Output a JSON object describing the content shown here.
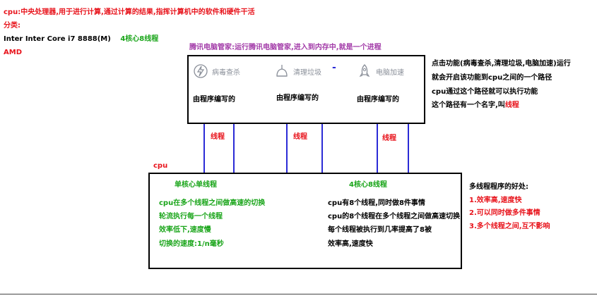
{
  "top": {
    "cpu_def_prefix": "cpu:",
    "cpu_def_text": "中央处理器,用于进行计算,通过计算的结果,指挥计算机中的软件和硬件干活",
    "category_label": "分类:",
    "intel_text": "Inter  Inter Core i7 8888(M)",
    "intel_spec": "4核心8线程",
    "amd_text": "AMD"
  },
  "manager": {
    "caption": "腾讯电脑管家:运行腾讯电脑管家,进入到内存中,就是一个进程",
    "tools": [
      {
        "label": "病毒查杀",
        "icon": "shield-bolt-icon"
      },
      {
        "label": "清理垃圾",
        "icon": "broom-icon"
      },
      {
        "label": "电脑加速",
        "icon": "rocket-icon"
      }
    ],
    "captions": [
      "由程序编写的",
      "由程序编写的",
      "由程序编写的"
    ],
    "dash": "-"
  },
  "right_note": {
    "line1": "点击功能(病毒查杀,清理垃圾,电脑加速)运行",
    "line2": "就会开启该功能到cpu之间的一个路径",
    "line3": "cpu通过这个路径就可以执行功能",
    "line4_prefix": "这个路径有一个名字,叫",
    "line4_highlight": "线程"
  },
  "thread_labels": [
    "线程",
    "线程",
    "线程"
  ],
  "cpu_box": {
    "label": "cpu",
    "single_title": "单核心单线程",
    "single_lines": [
      "cpu在多个线程之间做高速的切换",
      "轮流执行每一个线程",
      "效率低下,速度慢",
      "切换的速度:1/n毫秒"
    ],
    "multi_title": "4核心8线程",
    "multi_lines": [
      "cpu有8个线程,同时做8件事情",
      "cpu的8个线程在多个线程之间做高速切换",
      "每个线程被执行到几率提高了8被",
      "效率高,速度快"
    ]
  },
  "benefits": {
    "title": "多线程程序的好处:",
    "items": [
      "1.效率高,速度快",
      "2.可以同时做多件事情",
      "3.多个线程之间,互不影响"
    ]
  },
  "colors": {
    "red": "#e8141c",
    "green": "#1aa51a",
    "purple": "#a23aa8",
    "line_blue": "#2b2bd6"
  }
}
